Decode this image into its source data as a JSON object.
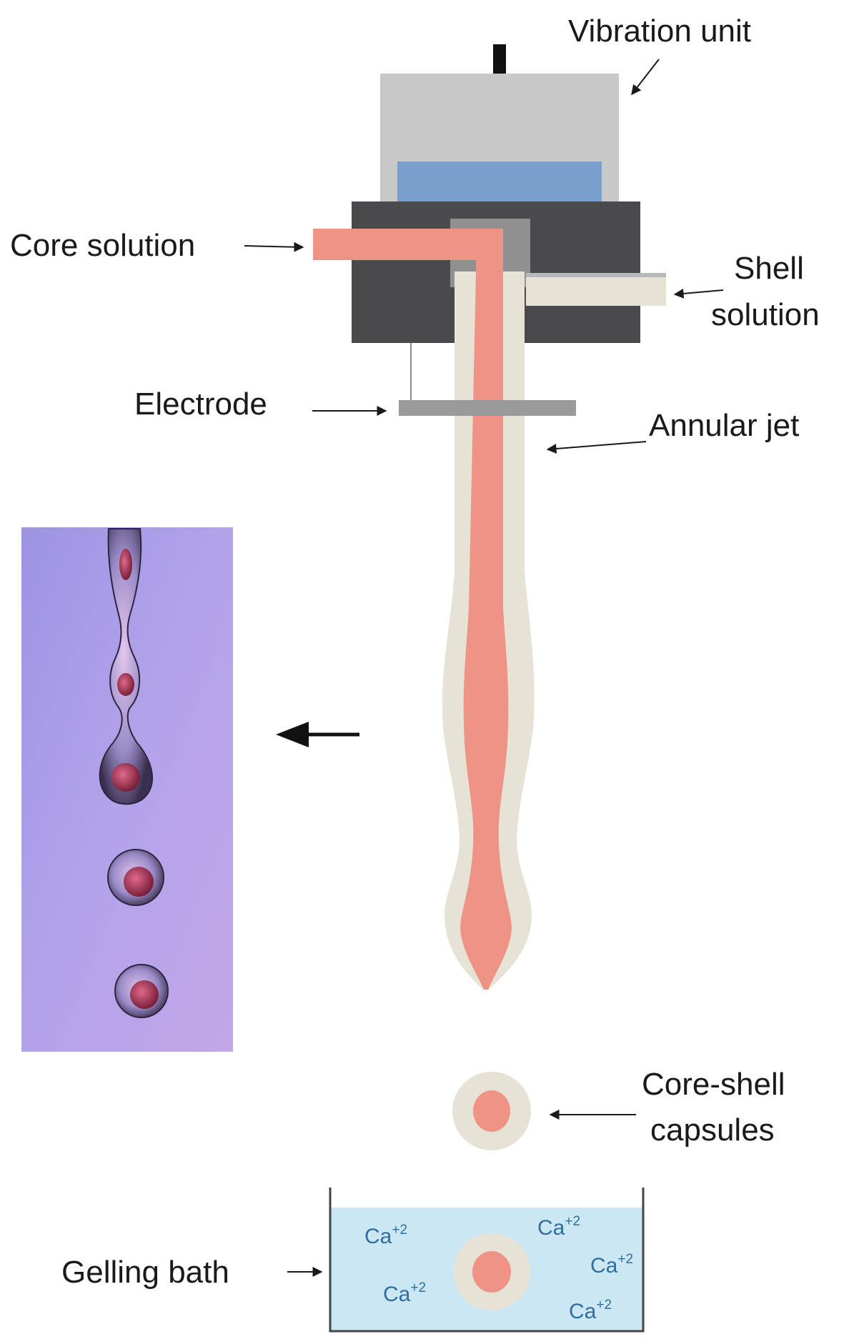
{
  "labels": {
    "vibration_unit": "Vibration unit",
    "core_solution": "Core solution",
    "shell_solution_line1": "Shell",
    "shell_solution_line2": "solution",
    "electrode": "Electrode",
    "annular_jet": "Annular jet",
    "core_shell_line1": "Core-shell",
    "core_shell_line2": "capsules",
    "gelling_bath": "Gelling bath"
  },
  "ion": {
    "symbol": "Ca",
    "charge": "+2"
  },
  "colors": {
    "housing_grey": "#c8c8c8",
    "piezo_blue": "#7a9fcc",
    "nozzle_dark": "#4a4a4d",
    "core_salmon": "#ef9385",
    "shell_beige": "#e6e2d6",
    "electrode_grey": "#9a9a9a",
    "bath_blue": "#cce7f4",
    "ion_blue": "#2f6fa0",
    "photo_purple": "#a99ae6"
  }
}
